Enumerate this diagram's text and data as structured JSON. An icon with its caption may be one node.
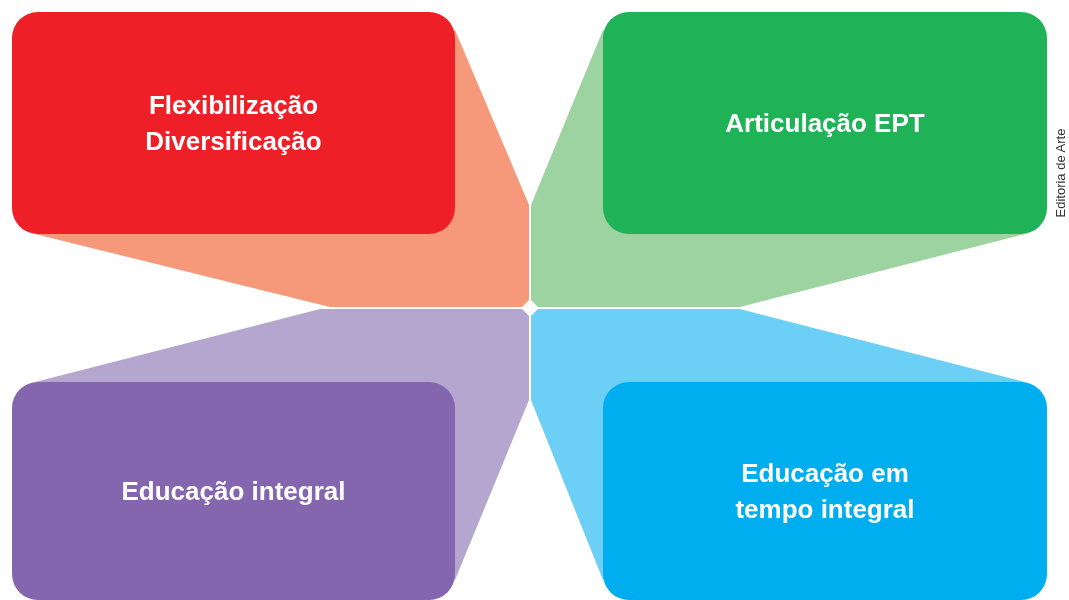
{
  "diagram": {
    "nodes": [
      {
        "text": [
          "Flexibilização Diversificação"
        ]
      },
      {
        "text": [
          "Articulação EPT"
        ]
      },
      {
        "text": [
          "Educação integral"
        ]
      },
      {
        "text": [
          "Educação em tempo integral"
        ]
      }
    ],
    "labels": [
      "Editoria de Arte"
    ]
  }
}
